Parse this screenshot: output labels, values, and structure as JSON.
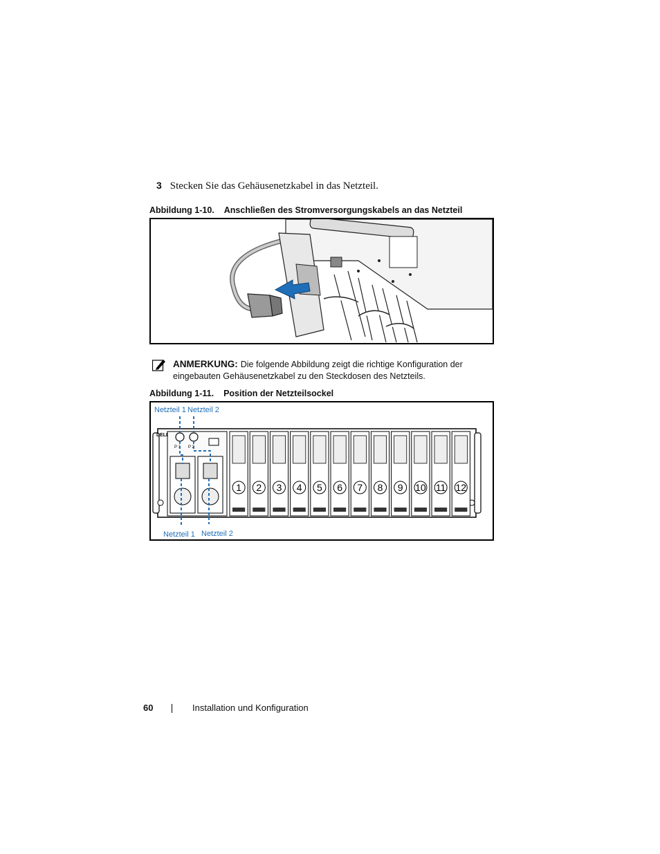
{
  "step": {
    "number": "3",
    "text": "Stecken Sie das Gehäusenetzkabel in das Netzteil."
  },
  "figure1": {
    "label": "Abbildung 1-10.",
    "title": "Anschließen des Stromversorgungskabels an das Netzteil"
  },
  "note": {
    "icon": "pencil-note-icon",
    "title": "ANMERKUNG:",
    "text": "Die folgende Abbildung zeigt die richtige Konfiguration der eingebauten Gehäusenetzkabel zu den Steckdosen des Netzteils."
  },
  "figure2": {
    "label": "Abbildung 1-11.",
    "title": "Position der Netzteilsockel",
    "top_labels": [
      "Netzteil 1",
      "Netzteil 2"
    ],
    "bottom_labels": [
      "Netzteil 1",
      "Netzteil 2"
    ],
    "bays": [
      "1",
      "2",
      "3",
      "4",
      "5",
      "6",
      "7",
      "8",
      "9",
      "10",
      "11",
      "12"
    ],
    "logo_text": "DELL",
    "psu_tags": [
      "P 1",
      "P 2"
    ],
    "label_color": "#1f6fb8"
  },
  "footer": {
    "page_number": "60",
    "section": "Installation und Konfiguration"
  }
}
